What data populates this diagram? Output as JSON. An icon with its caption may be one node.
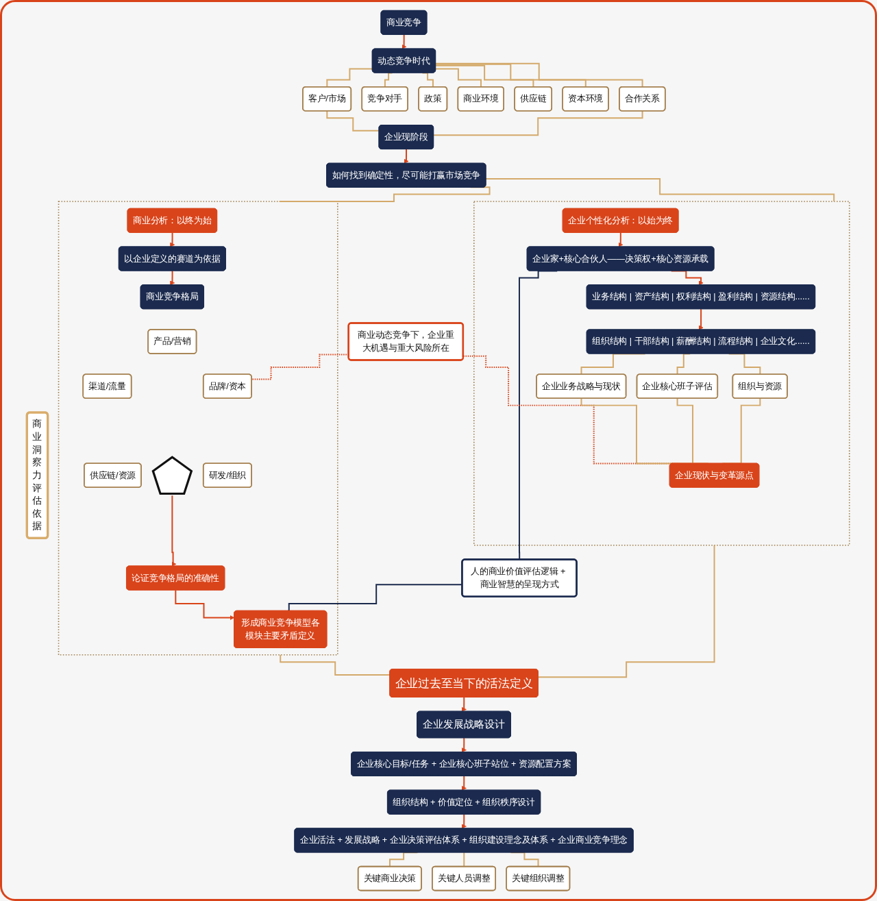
{
  "diagram": {
    "nodes": [
      {
        "text": [
          "商业竞争"
        ]
      },
      {
        "text": [
          "动态竞争时代"
        ]
      },
      {
        "text": [
          "客户/市场"
        ]
      },
      {
        "text": [
          "竞争对手"
        ]
      },
      {
        "text": [
          "政策"
        ]
      },
      {
        "text": [
          "商业环境"
        ]
      },
      {
        "text": [
          "供应链"
        ]
      },
      {
        "text": [
          "资本环境"
        ]
      },
      {
        "text": [
          "合作关系"
        ]
      },
      {
        "text": [
          "企业现阶段"
        ]
      },
      {
        "text": [
          "如何找到确定性，尽可能打赢市场竞争"
        ]
      },
      {
        "text": [
          "商业洞察力评估依据"
        ]
      },
      {
        "text": [],
        "shape": "box"
      },
      {
        "text": [
          "商业分析：以终为始"
        ],
        "in": 12
      },
      {
        "text": [
          "以企业定义的赛道为依据"
        ],
        "in": 12
      },
      {
        "text": [
          "商业竞争格局"
        ],
        "in": 12
      },
      {
        "text": [
          "产品/营销"
        ],
        "in": 12
      },
      {
        "text": [
          "渠道/流量"
        ],
        "in": 12
      },
      {
        "text": [],
        "shape": "pentagon",
        "in": 12
      },
      {
        "text": [
          "品牌/资本"
        ],
        "in": 12
      },
      {
        "text": [
          "供应链/资源"
        ],
        "in": 12
      },
      {
        "text": [
          "研发/组织"
        ],
        "in": 12
      },
      {
        "text": [
          "论证竞争格局的准确性"
        ],
        "in": 12
      },
      {
        "text": [
          "形成商业竞争模型各模块主要矛盾定义"
        ],
        "in": 12
      },
      {
        "text": [
          "人的商业价值评估逻辑 + 商业智慧的呈现方式"
        ]
      },
      {
        "text": [
          "商业动态竞争下，企业重大机遇与重大风险所在"
        ]
      },
      {
        "text": [],
        "shape": "box"
      },
      {
        "text": [
          "企业个性化分析：以始为终"
        ],
        "in": 26
      },
      {
        "text": [
          "企业家+核心合伙人——决策权+核心资源承载"
        ],
        "in": 26
      },
      {
        "text": [
          "业务结构 | 资产结构 | 权利结构 | 盈利结构 | 资源结构......"
        ],
        "in": 26
      },
      {
        "text": [
          "组织结构 | 干部结构 | 薪酬结构 | 流程结构 | 企业文化......"
        ],
        "in": 26
      },
      {
        "text": [
          "企业业务战略与现状"
        ],
        "in": 26
      },
      {
        "text": [
          "企业核心班子评估"
        ],
        "in": 26
      },
      {
        "text": [
          "组织与资源"
        ],
        "in": 26
      },
      {
        "text": [
          "企业现状与变革源点"
        ],
        "in": 26
      },
      {
        "text": [
          "企业过去至当下的活法定义"
        ]
      },
      {
        "text": [
          "企业发展战略设计"
        ]
      },
      {
        "text": [
          "企业核心目标/任务 + 企业核心班子站位 + 资源配置方案"
        ]
      },
      {
        "text": [
          "组织结构 + 价值定位 + 组织秩序设计"
        ]
      },
      {
        "text": [
          "企业活法 + 发展战略 + 企业决策评估体系 + 组织建设理念及体系 + 企业商业竞争理念"
        ]
      },
      {
        "text": [
          "关键商业决策"
        ]
      },
      {
        "text": [
          "关键人员调整"
        ]
      },
      {
        "text": [
          "关键组织调整"
        ]
      }
    ],
    "edges": [
      {
        "from": 0,
        "to": 1,
        "arrow": "to",
        "color": "#d9441a"
      },
      {
        "from": 1,
        "to": 2,
        "arrow": "none"
      },
      {
        "from": 1,
        "to": 3,
        "arrow": "none"
      },
      {
        "from": 1,
        "to": 4,
        "arrow": "none"
      },
      {
        "from": 1,
        "to": 5,
        "arrow": "none"
      },
      {
        "from": 1,
        "to": 6,
        "arrow": "none"
      },
      {
        "from": 1,
        "to": 7,
        "arrow": "none"
      },
      {
        "from": 1,
        "to": 8,
        "arrow": "none"
      },
      {
        "from": 2,
        "to": 9,
        "arrow": "none"
      },
      {
        "from": 8,
        "to": 9,
        "arrow": "none"
      },
      {
        "from": 9,
        "to": 10,
        "arrow": "to",
        "color": "#d9441a"
      },
      {
        "from": 10,
        "to": 12,
        "arrow": "none"
      },
      {
        "from": 10,
        "to": 26,
        "arrow": "none"
      },
      {
        "from": 13,
        "to": 14,
        "arrow": "to",
        "color": "#d9441a"
      },
      {
        "from": 14,
        "to": 15,
        "arrow": "to",
        "color": "#d9441a"
      },
      {
        "from": 18,
        "to": 22,
        "arrow": "to",
        "color": "#d9441a"
      },
      {
        "from": 22,
        "to": 23,
        "arrow": "to",
        "color": "#d9441a"
      },
      {
        "from": 24,
        "to": 23,
        "arrow": "none",
        "color": "#1b2a4e"
      },
      {
        "from": 28,
        "to": 24,
        "arrow": "none",
        "color": "#1b2a4e"
      },
      {
        "from": 25,
        "to": 19,
        "arrow": "none",
        "style": "dashed",
        "color": "#d9441a"
      },
      {
        "from": 25,
        "to": 34,
        "arrow": "none",
        "style": "dashed",
        "color": "#d9441a"
      },
      {
        "from": 27,
        "to": 28,
        "arrow": "to",
        "color": "#d9441a"
      },
      {
        "from": 28,
        "to": 29,
        "arrow": "to",
        "color": "#d9441a"
      },
      {
        "from": 29,
        "to": 30,
        "arrow": "to",
        "color": "#d9441a"
      },
      {
        "from": 30,
        "to": 31,
        "arrow": "none"
      },
      {
        "from": 30,
        "to": 32,
        "arrow": "none"
      },
      {
        "from": 30,
        "to": 33,
        "arrow": "none"
      },
      {
        "from": 31,
        "to": 34,
        "arrow": "none"
      },
      {
        "from": 32,
        "to": 34,
        "arrow": "none"
      },
      {
        "from": 33,
        "to": 34,
        "arrow": "none"
      },
      {
        "from": 12,
        "to": 35,
        "arrow": "none"
      },
      {
        "from": 26,
        "to": 35,
        "arrow": "none"
      },
      {
        "from": 35,
        "to": 36,
        "arrow": "to",
        "color": "#d9441a"
      },
      {
        "from": 36,
        "to": 37,
        "arrow": "to",
        "color": "#d9441a"
      },
      {
        "from": 37,
        "to": 38,
        "arrow": "to",
        "color": "#d9441a"
      },
      {
        "from": 38,
        "to": 39,
        "arrow": "to",
        "color": "#d9441a"
      },
      {
        "from": 39,
        "to": 40,
        "arrow": "none"
      },
      {
        "from": 39,
        "to": 41,
        "arrow": "none"
      },
      {
        "from": 39,
        "to": 42,
        "arrow": "none"
      }
    ]
  }
}
